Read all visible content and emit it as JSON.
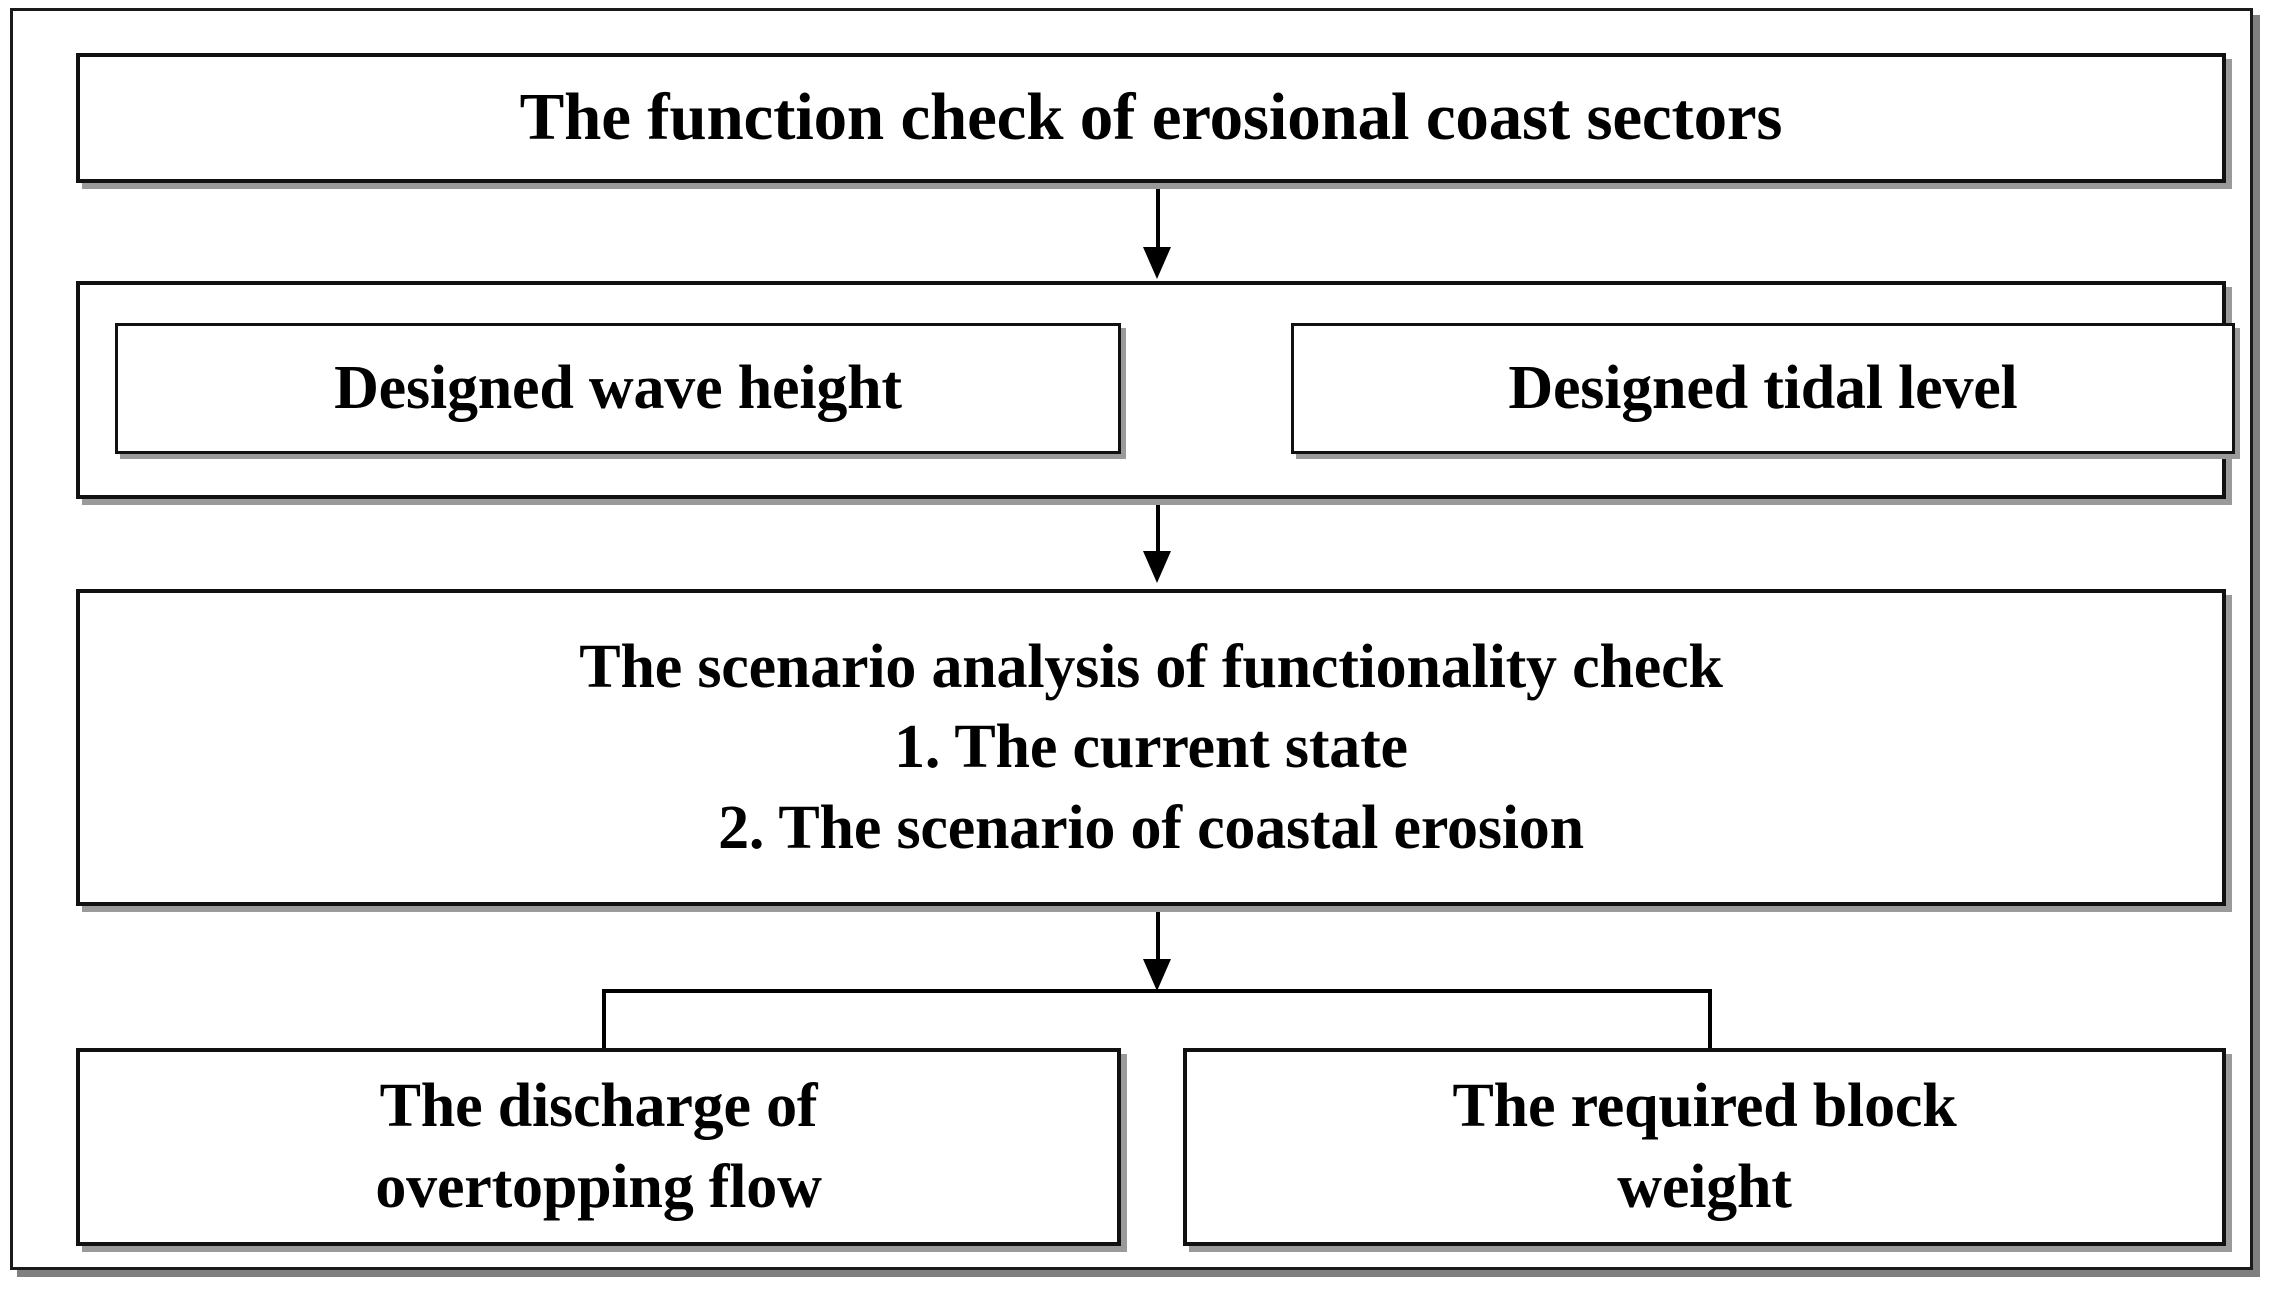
{
  "figure": {
    "type": "flowchart",
    "orientation": "top-to-bottom",
    "title": "The function check of erosional coast sectors"
  },
  "nodes": {
    "title": {
      "label": "The function check of erosional coast sectors"
    },
    "inputs_group": {
      "label": ""
    },
    "wave": {
      "label": "Designed wave height"
    },
    "tidal": {
      "label": "Designed tidal level"
    },
    "scenario": {
      "line1": "The scenario analysis of functionality check",
      "line2": "1. The current state",
      "line3": "2. The scenario of coastal erosion",
      "label": "The scenario analysis of functionality check\n1. The current state\n2. The scenario of coastal erosion"
    },
    "discharge": {
      "label": "The discharge of\novertopping flow"
    },
    "block_weight": {
      "label": "The required block\nweight"
    }
  },
  "edges": [
    {
      "from": "title",
      "to": "inputs_group",
      "style": "arrow-down"
    },
    {
      "from": "inputs_group",
      "to": "scenario",
      "style": "arrow-down"
    },
    {
      "from": "scenario",
      "to": "bracket",
      "style": "arrow-down"
    },
    {
      "from": "bracket",
      "to": "discharge",
      "style": "line-down"
    },
    {
      "from": "bracket",
      "to": "block_weight",
      "style": "line-down"
    }
  ],
  "colors": {
    "border": "#111111",
    "shadow": "#9a9a9a",
    "text": "#000000",
    "background": "#ffffff",
    "connector": "#000000"
  }
}
